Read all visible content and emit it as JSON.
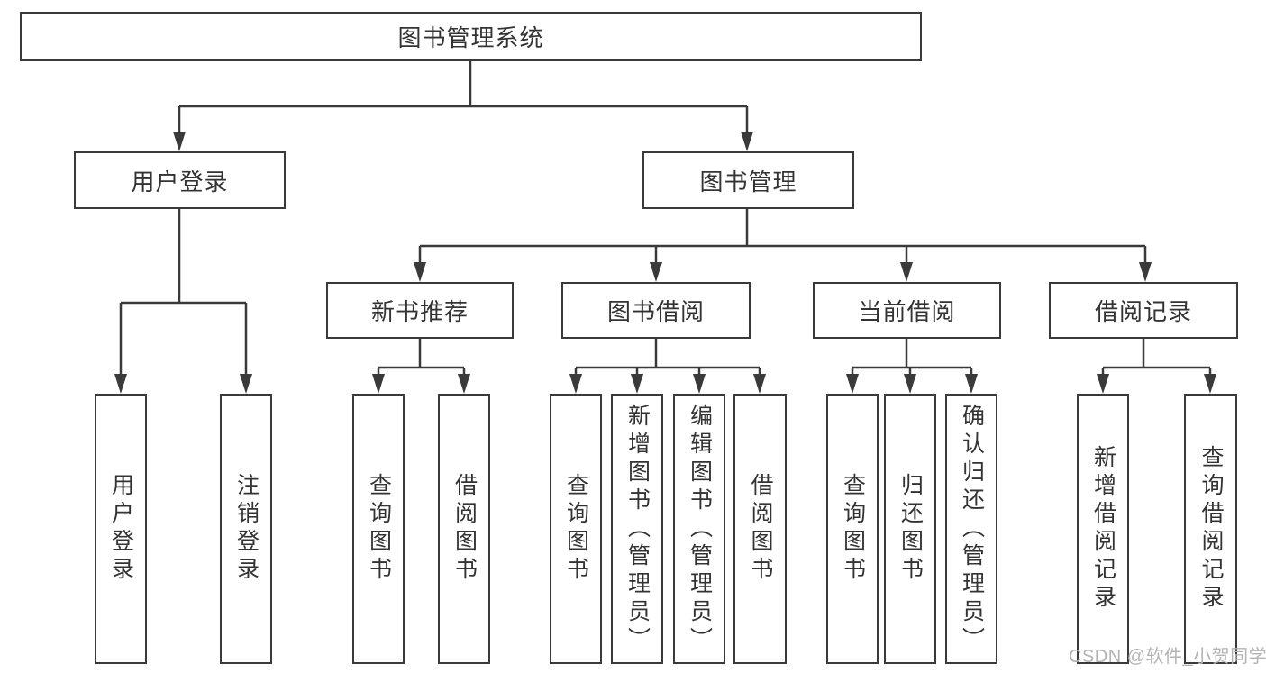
{
  "tree": {
    "root": {
      "label": "图书管理系统"
    },
    "login": {
      "label": "用户登录",
      "children": [
        {
          "label": "用户登录"
        },
        {
          "label": "注销登录"
        }
      ]
    },
    "mgmt": {
      "label": "图书管理",
      "groups": [
        {
          "label": "新书推荐",
          "children": [
            {
              "label": "查询图书"
            },
            {
              "label": "借阅图书"
            }
          ]
        },
        {
          "label": "图书借阅",
          "children": [
            {
              "label": "查询图书"
            },
            {
              "label": "新增图书（管理员）"
            },
            {
              "label": "编辑图书（管理员）"
            },
            {
              "label": "借阅图书"
            }
          ]
        },
        {
          "label": "当前借阅",
          "children": [
            {
              "label": "查询图书"
            },
            {
              "label": "归还图书"
            },
            {
              "label": "确认归还（管理员）"
            }
          ]
        },
        {
          "label": "借阅记录",
          "children": [
            {
              "label": "新增借阅记录"
            },
            {
              "label": "查询借阅记录"
            }
          ]
        }
      ]
    }
  },
  "watermark": {
    "text": "CSDN @软件_小贺同学"
  },
  "colors": {
    "line": "#3a3a3a",
    "text": "#333333",
    "watermark": "#b3b3b3",
    "background": "#ffffff"
  }
}
